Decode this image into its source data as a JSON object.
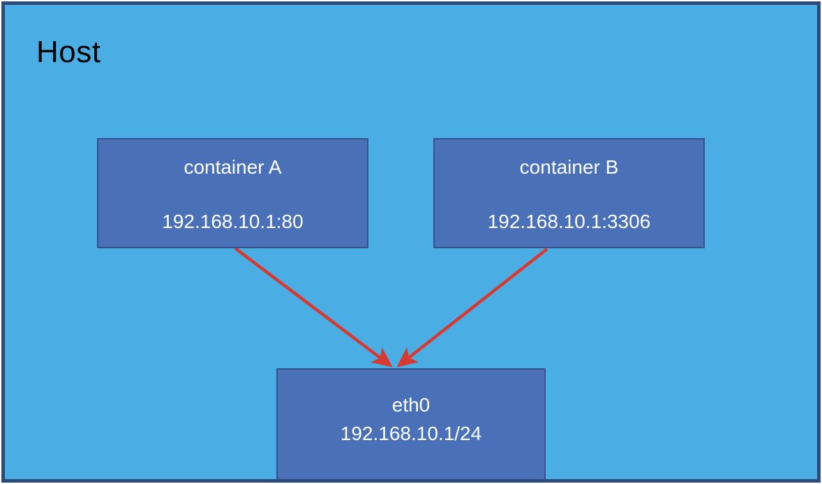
{
  "diagram": {
    "host_label": "Host",
    "nodes": [
      {
        "id": "container-a",
        "title": "container A",
        "subtitle": "192.168.10.1:80"
      },
      {
        "id": "container-b",
        "title": "container B",
        "subtitle": "192.168.10.1:3306"
      },
      {
        "id": "eth0",
        "title": "eth0",
        "subtitle": "192.168.10.1/24"
      }
    ],
    "edges": [
      {
        "from": "container A",
        "to": "eth0"
      },
      {
        "from": "container B",
        "to": "eth0"
      }
    ],
    "colors": {
      "host_bg": "#4aade4",
      "host_border": "#2e4a7d",
      "node_bg": "#4a70b8",
      "node_border": "#34528b",
      "arrow": "#d9382e",
      "node_text": "#ffffff",
      "host_text": "#000000"
    }
  }
}
